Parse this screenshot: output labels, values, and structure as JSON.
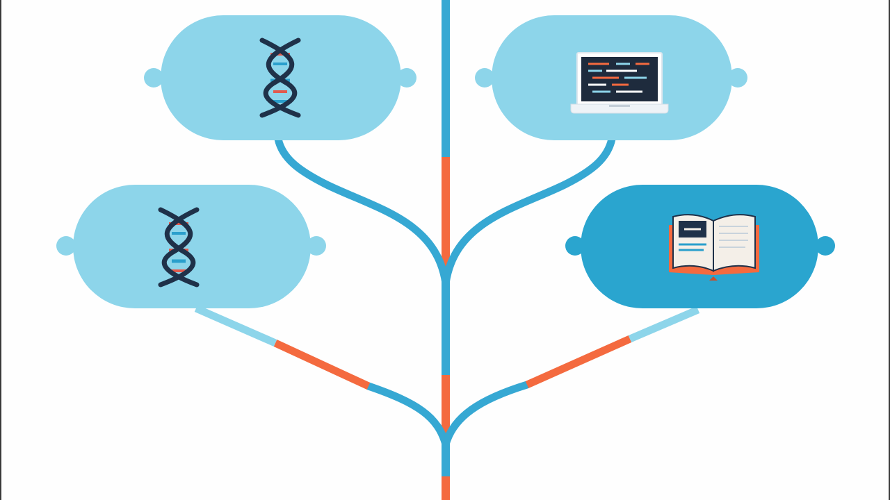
{
  "colors": {
    "background": "#fefefe",
    "node_light": "#8dd5ea",
    "node_dark": "#2aa5cf",
    "branch_light": "#8dd5ea",
    "branch_mid": "#36a8d3",
    "accent": "#f46a3f",
    "icon_navy": "#1f3149",
    "icon_blue": "#2a9fcc",
    "icon_red": "#e25a4d",
    "screen_dark": "#1e2b3d",
    "laptop_silver": "#eef3f7",
    "book_page": "#f4efe8"
  },
  "nodes": [
    {
      "id": "top-left",
      "icon": "dna-helix-icon",
      "style": "light"
    },
    {
      "id": "top-right",
      "icon": "laptop-code-icon",
      "style": "light"
    },
    {
      "id": "mid-left",
      "icon": "dna-helix-icon",
      "style": "light"
    },
    {
      "id": "mid-right",
      "icon": "open-book-icon",
      "style": "dark"
    }
  ]
}
